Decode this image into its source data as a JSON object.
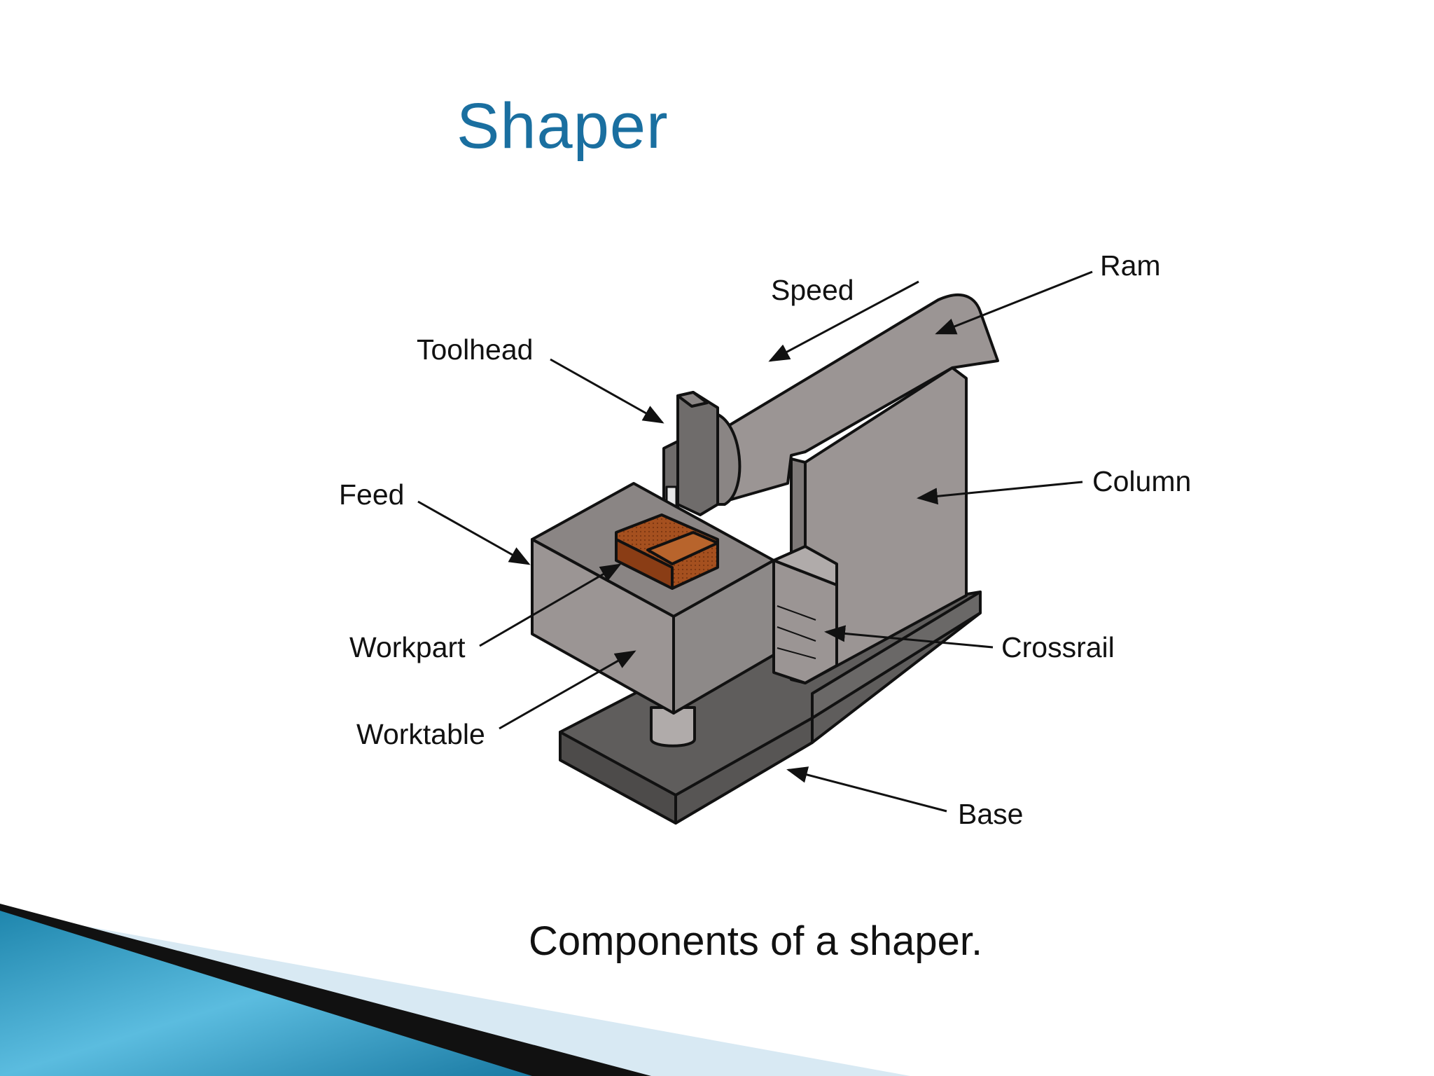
{
  "slide": {
    "title": "Shaper",
    "caption": "Components of a shaper."
  },
  "diagram": {
    "labels": {
      "ram": "Ram",
      "speed": "Speed",
      "toolhead": "Toolhead",
      "feed": "Feed",
      "column": "Column",
      "workpart": "Workpart",
      "crossrail": "Crossrail",
      "worktable": "Worktable",
      "base": "Base"
    }
  },
  "colors": {
    "title": "#1a6fa0",
    "machine_gray": "#9b9594",
    "machine_dark": "#6f6c6b",
    "workpart": "#a5501f",
    "accent_blue": "#2b8fbf"
  }
}
